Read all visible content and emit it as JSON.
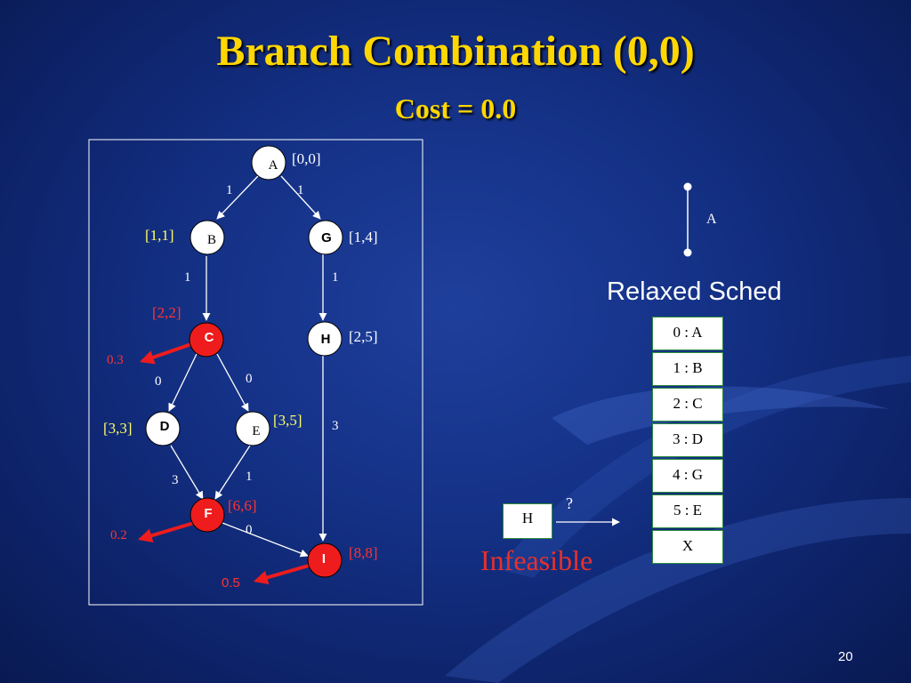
{
  "slide": {
    "title": "Branch Combination (0,0)",
    "subtitle": "Cost = 0.0",
    "page_number": "20"
  },
  "colors": {
    "background": "#143186",
    "title": "#ffd700",
    "node_fill": "#ffffff",
    "node_critical": "#ee1c1c",
    "label_yellow": "#ffff66",
    "label_red": "#ff3333",
    "label_white": "#ffffff",
    "infeasible": "#e8302c",
    "table_border": "#2d8a3a"
  },
  "graph": {
    "nodes": [
      {
        "id": "A",
        "label": "A",
        "interval": "[0,0]",
        "interval_color": "white",
        "critical": false
      },
      {
        "id": "B",
        "label": "B",
        "interval": "[1,1]",
        "interval_color": "yellow",
        "critical": false
      },
      {
        "id": "G",
        "label": "G",
        "interval": "[1,4]",
        "interval_color": "white",
        "critical": false
      },
      {
        "id": "C",
        "label": "C",
        "interval": "[2,2]",
        "interval_color": "red",
        "critical": true
      },
      {
        "id": "H",
        "label": "H",
        "interval": "[2,5]",
        "interval_color": "white",
        "critical": false
      },
      {
        "id": "D",
        "label": "D",
        "interval": "[3,3]",
        "interval_color": "yellow",
        "critical": false
      },
      {
        "id": "E",
        "label": "E",
        "interval": "[3,5]",
        "interval_color": "yellow",
        "critical": false
      },
      {
        "id": "F",
        "label": "F",
        "interval": "[6,6]",
        "interval_color": "red",
        "critical": true
      },
      {
        "id": "I",
        "label": "I",
        "interval": "[8,8]",
        "interval_color": "red",
        "critical": true
      }
    ],
    "edges": [
      {
        "from": "A",
        "to": "B",
        "weight": "1"
      },
      {
        "from": "A",
        "to": "G",
        "weight": "1"
      },
      {
        "from": "B",
        "to": "C",
        "weight": "1"
      },
      {
        "from": "G",
        "to": "H",
        "weight": "1"
      },
      {
        "from": "C",
        "to": "D",
        "weight": "0"
      },
      {
        "from": "C",
        "to": "E",
        "weight": "0"
      },
      {
        "from": "H",
        "to": "I",
        "weight": "3"
      },
      {
        "from": "D",
        "to": "F",
        "weight": "3"
      },
      {
        "from": "E",
        "to": "F",
        "weight": "1"
      },
      {
        "from": "F",
        "to": "I",
        "weight": "0"
      }
    ],
    "probabilities": [
      {
        "node": "C",
        "value": "0.3"
      },
      {
        "node": "F",
        "value": "0.2"
      },
      {
        "node": "I",
        "value": "0.5"
      }
    ]
  },
  "relaxed": {
    "segment_label": "A",
    "title": "Relaxed Sched",
    "rows": [
      "0 : A",
      "1 : B",
      "2 : C",
      "3 : D",
      "4 : G",
      "5 : E",
      "X"
    ]
  },
  "candidate": {
    "node": "H",
    "question": "?",
    "status": "Infeasible"
  }
}
